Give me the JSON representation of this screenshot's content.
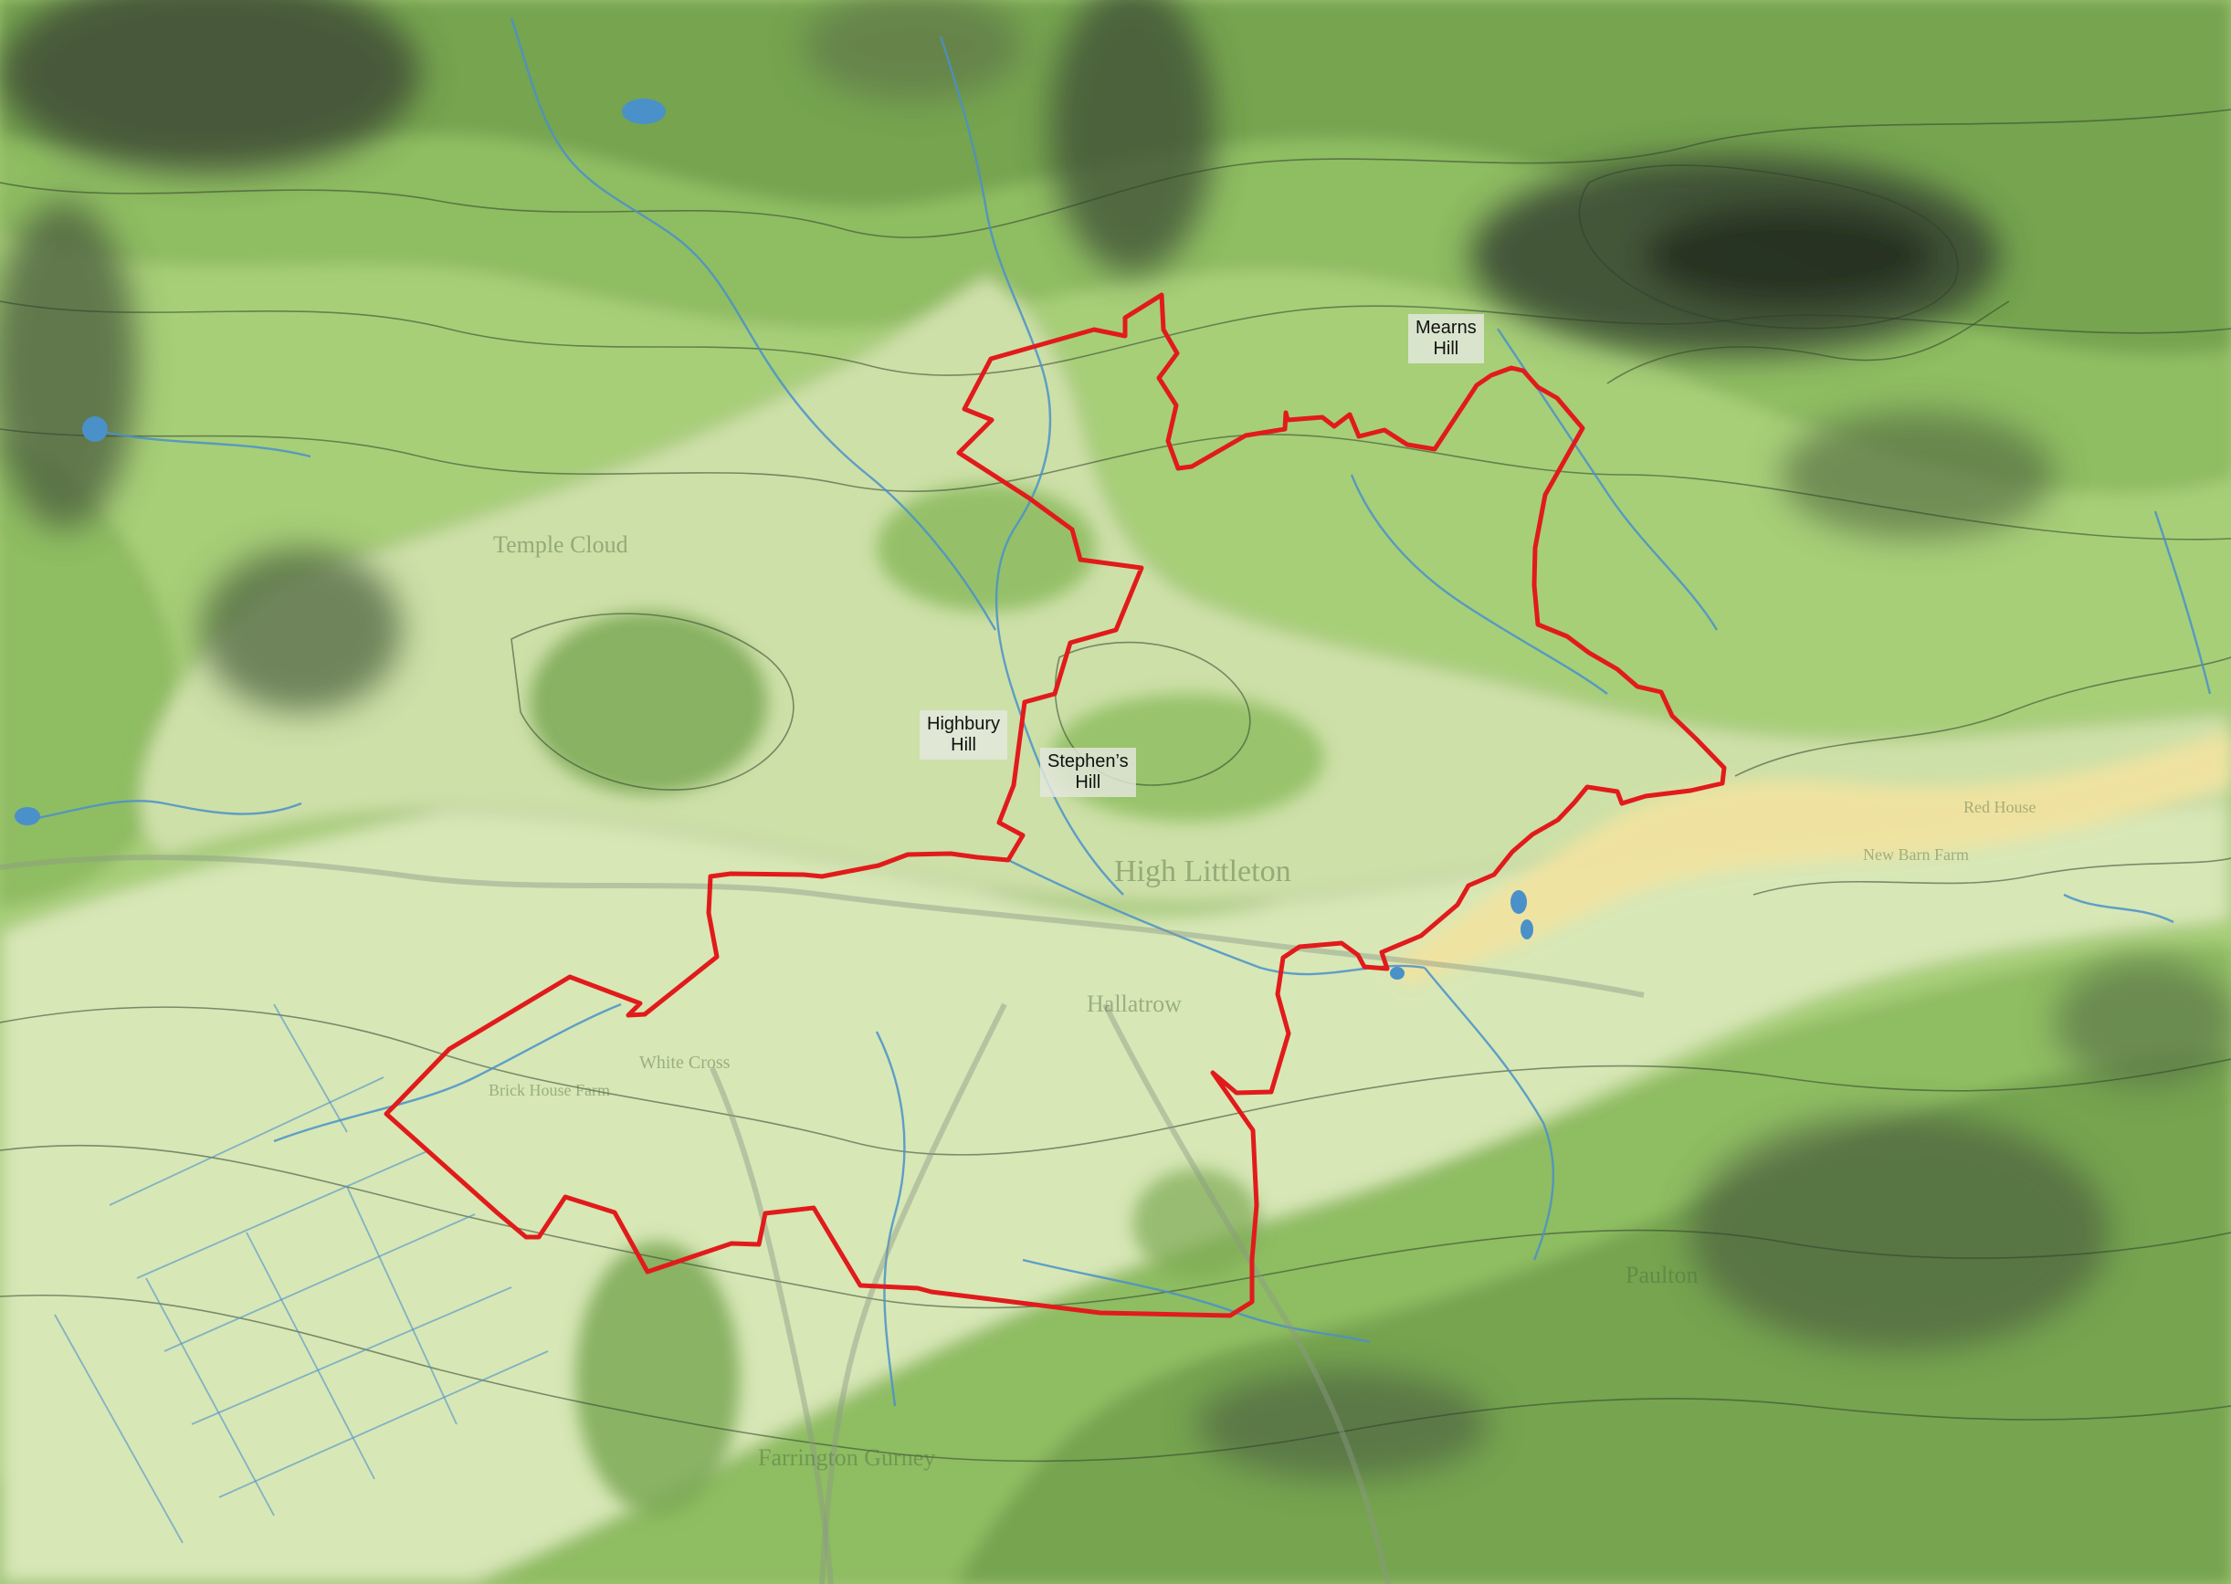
{
  "map": {
    "colors": {
      "valley_floor": "#f1e3a0",
      "low_ground": "#d7e7b6",
      "mid_ground": "#a7cf78",
      "high_ground": "#6f9e4c",
      "summit": "#3b4a35",
      "boundary": "#e11b1b",
      "water": "#4a90c9",
      "contour": "#2f3f2a"
    },
    "hill_labels": [
      {
        "line1": "Mearns",
        "line2": "Hill"
      },
      {
        "line1": "Highbury",
        "line2": "Hill"
      },
      {
        "line1": "Stephen’s",
        "line2": "Hill"
      }
    ],
    "base_map_labels": [
      "Temple Cloud",
      "Hallatrow",
      "High Littleton",
      "Farrington Gurney",
      "Paulton",
      "White Cross",
      "Brick House Farm",
      "Red House",
      "New Barn Farm"
    ]
  }
}
